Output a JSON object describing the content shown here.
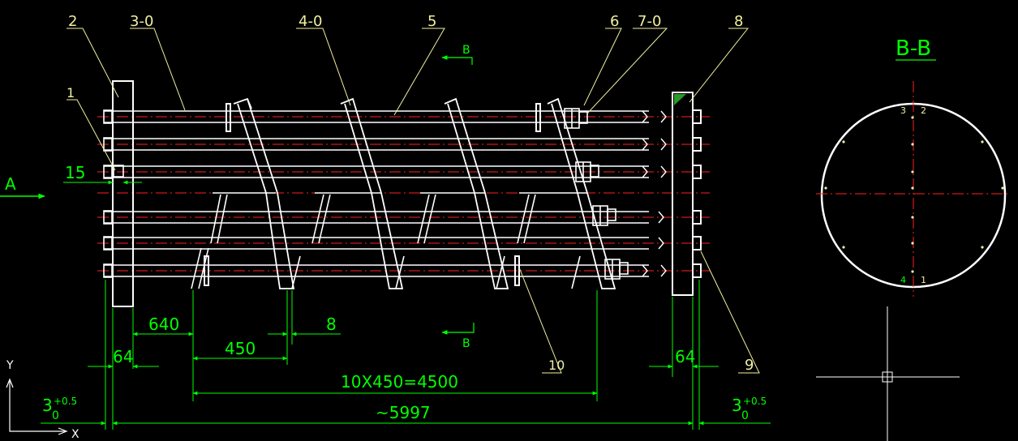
{
  "colors": {
    "background": "#000000",
    "geometry": "#ffffff",
    "dimension": "#00ff00",
    "label": "#f0f0a0",
    "centerline": "#ff2020",
    "crosshair": "#ffffff"
  },
  "callouts": {
    "c1": "1",
    "c2": "2",
    "c3": "3-0",
    "c4": "4-0",
    "c5": "5",
    "c6": "6",
    "c7": "7-0",
    "c8": "8",
    "c9": "9",
    "c10": "10"
  },
  "section_marks": {
    "top": "B",
    "bottom": "B",
    "view_title": "B-B",
    "arrow_a": "A"
  },
  "dimensions": {
    "d15": "15",
    "d640": "640",
    "d450": "450",
    "d8": "8",
    "d64_left": "64",
    "d64_right": "64",
    "d_pitch": "10X450=4500",
    "d_total": "~5997",
    "tol_left_base": "3",
    "tol_left_sub": "0",
    "tol_left_sup": "+0.5",
    "tol_right_base": "3",
    "tol_right_sub": "0",
    "tol_right_sup": "+0.5"
  },
  "section_view_numbers": {
    "n1": "1",
    "n2": "2",
    "n3": "3",
    "n4": "4"
  },
  "ucs": {
    "x": "X",
    "y": "Y"
  }
}
